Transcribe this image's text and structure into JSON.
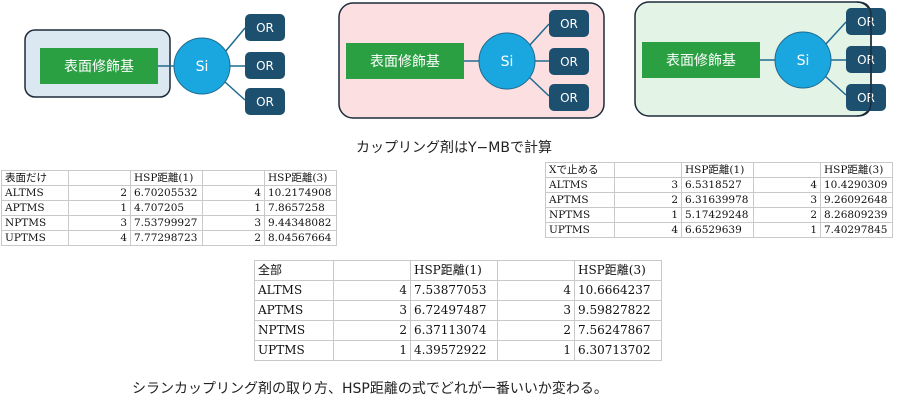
{
  "diagram": {
    "colors": {
      "group_fills": [
        "#dbe7f1",
        "#fbdfe1",
        "#e3f3e6"
      ],
      "green_box": "#2aa043",
      "si_circle": "#1aa7e0",
      "or_box": "#1d4f6e",
      "line": "#1f6a8f"
    },
    "groups": [
      {
        "label": "表面修飾基",
        "si": "Si",
        "or_labels": [
          "OR",
          "OR",
          "OR"
        ]
      },
      {
        "label": "表面修飾基",
        "si": "Si",
        "or_labels": [
          "OR",
          "OR",
          "OR"
        ]
      },
      {
        "label": "表面修飾基",
        "si": "Si",
        "or_labels": [
          "OR",
          "OR",
          "OR"
        ]
      }
    ]
  },
  "caption_top": "カップリング剤はY−MBで計算",
  "tables": {
    "surface_only": {
      "title": "表面だけ",
      "h1": "HSP距離(1)",
      "h3": "HSP距離(3)",
      "rows": [
        {
          "name": "ALTMS",
          "r1": "2",
          "v1": "6.70205532",
          "r3": "4",
          "v3": "10.2174908"
        },
        {
          "name": "APTMS",
          "r1": "1",
          "v1": "4.707205",
          "r3": "1",
          "v3": "7.8657258"
        },
        {
          "name": "NPTMS",
          "r1": "3",
          "v1": "7.53799927",
          "r3": "3",
          "v3": "9.44348082"
        },
        {
          "name": "UPTMS",
          "r1": "4",
          "v1": "7.77298723",
          "r3": "2",
          "v3": "8.04567664"
        }
      ]
    },
    "stop_at_x": {
      "title": "Xで止める",
      "h1": "HSP距離(1)",
      "h3": "HSP距離(3)",
      "rows": [
        {
          "name": "ALTMS",
          "r1": "3",
          "v1": "6.5318527",
          "r3": "4",
          "v3": "10.4290309"
        },
        {
          "name": "APTMS",
          "r1": "2",
          "v1": "6.31639978",
          "r3": "3",
          "v3": "9.26092648"
        },
        {
          "name": "NPTMS",
          "r1": "1",
          "v1": "5.17429248",
          "r3": "2",
          "v3": "8.26809239"
        },
        {
          "name": "UPTMS",
          "r1": "4",
          "v1": "6.6529639",
          "r3": "1",
          "v3": "7.40297845"
        }
      ]
    },
    "all": {
      "title": "全部",
      "h1": "HSP距離(1)",
      "h3": "HSP距離(3)",
      "rows": [
        {
          "name": "ALTMS",
          "r1": "4",
          "v1": "7.53877053",
          "r3": "4",
          "v3": "10.6664237"
        },
        {
          "name": "APTMS",
          "r1": "3",
          "v1": "6.72497487",
          "r3": "3",
          "v3": "9.59827822"
        },
        {
          "name": "NPTMS",
          "r1": "2",
          "v1": "6.37113074",
          "r3": "2",
          "v3": "7.56247867"
        },
        {
          "name": "UPTMS",
          "r1": "1",
          "v1": "4.39572922",
          "r3": "1",
          "v3": "6.30713702"
        }
      ]
    }
  },
  "caption_bottom": "シランカップリング剤の取り方、HSP距離の式でどれが一番いいか変わる。"
}
